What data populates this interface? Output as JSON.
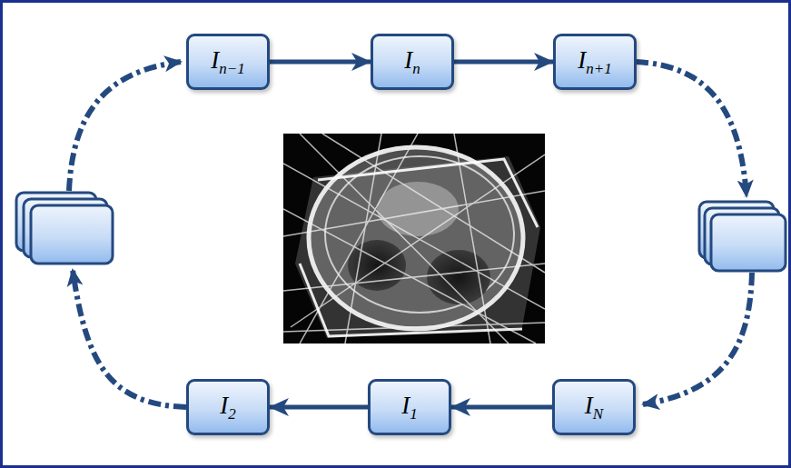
{
  "diagram": {
    "nodes": [
      {
        "text": [
          "I",
          "n−1"
        ]
      },
      {
        "text": [
          "I",
          "n"
        ]
      },
      {
        "text": [
          "I",
          "n+1"
        ]
      },
      {
        "text": [
          "I",
          "2"
        ]
      },
      {
        "text": [
          "I",
          "1"
        ]
      },
      {
        "text": [
          "I",
          "N"
        ]
      }
    ],
    "edges": [
      {
        "from": 0,
        "to": 1,
        "arrow": "to"
      },
      {
        "from": 1,
        "to": 2,
        "arrow": "to"
      },
      {
        "from": 5,
        "to": 4,
        "arrow": "to"
      },
      {
        "from": 4,
        "to": 3,
        "arrow": "to"
      }
    ]
  }
}
